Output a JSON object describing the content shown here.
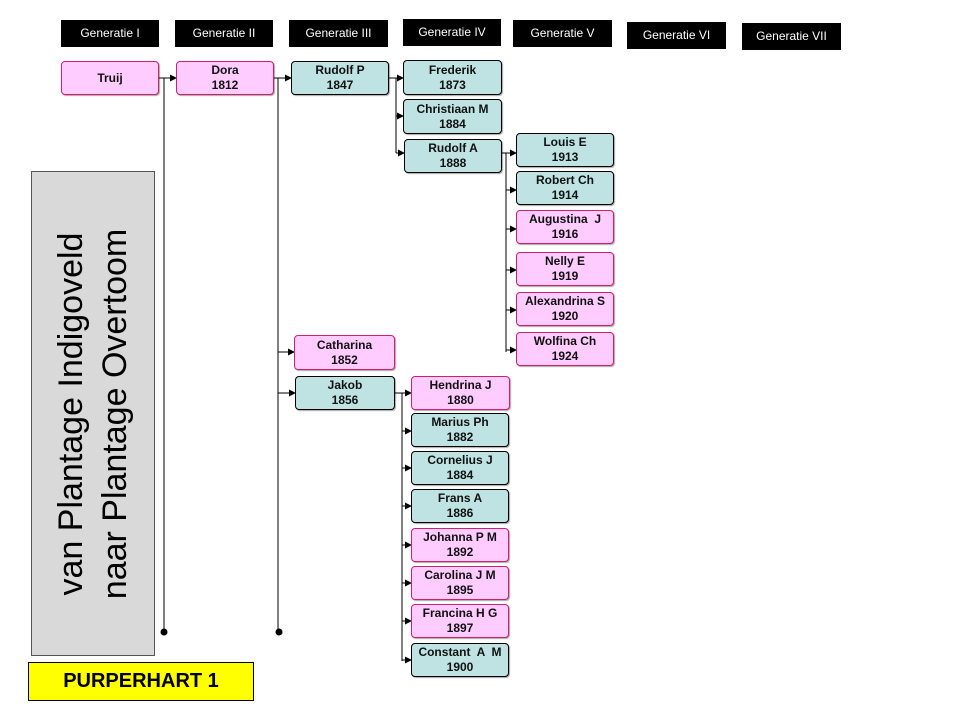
{
  "generations": [
    "Generatie I",
    "Generatie II",
    "Generatie III",
    "Generatie IV",
    "Generatie V",
    "Generatie VI",
    "Generatie VII"
  ],
  "title_lines": [
    "van Plantage Indigoveld",
    "naar Plantage Overtoom"
  ],
  "badge": "PURPERHART 1",
  "colors": {
    "female": "#ffccff",
    "male": "#bfe3e3",
    "title_bg": "#d9d9d9",
    "badge_bg": "#ffff00"
  },
  "persons": {
    "truij": {
      "name": "Truij",
      "year": "",
      "sex": "female"
    },
    "dora": {
      "name": "Dora",
      "year": "1812",
      "sex": "female"
    },
    "rudolf_p": {
      "name": "Rudolf P",
      "year": "1847",
      "sex": "male"
    },
    "catharina": {
      "name": "Catharina",
      "year": "1852",
      "sex": "female"
    },
    "jakob": {
      "name": "Jakob",
      "year": "1856",
      "sex": "male"
    },
    "frederik": {
      "name": "Frederik",
      "year": "1873",
      "sex": "male"
    },
    "christiaan_m": {
      "name": "Christiaan M",
      "year": "1884",
      "sex": "male"
    },
    "rudolf_a": {
      "name": "Rudolf A",
      "year": "1888",
      "sex": "male"
    },
    "louis_e": {
      "name": "Louis E",
      "year": "1913",
      "sex": "male"
    },
    "robert_ch": {
      "name": "Robert Ch",
      "year": "1914",
      "sex": "male"
    },
    "augustina_j": {
      "name": "Augustina  J",
      "year": "1916",
      "sex": "female"
    },
    "nelly_e": {
      "name": "Nelly E",
      "year": "1919",
      "sex": "female"
    },
    "alexandrina_s": {
      "name": "Alexandrina S",
      "year": "1920",
      "sex": "female"
    },
    "wolfina_ch": {
      "name": "Wolfina Ch",
      "year": "1924",
      "sex": "female"
    },
    "hendrina_j": {
      "name": "Hendrina J",
      "year": "1880",
      "sex": "female"
    },
    "marius_ph": {
      "name": "Marius Ph",
      "year": "1882",
      "sex": "male"
    },
    "cornelius_j": {
      "name": "Cornelius J",
      "year": "1884",
      "sex": "male"
    },
    "frans_a": {
      "name": "Frans A",
      "year": "1886",
      "sex": "male"
    },
    "johanna_p_m": {
      "name": "Johanna P M",
      "year": "1892",
      "sex": "female"
    },
    "carolina_j_m": {
      "name": "Carolina J M",
      "year": "1895",
      "sex": "female"
    },
    "francina_h_g": {
      "name": "Francina H G",
      "year": "1897",
      "sex": "female"
    },
    "constant_a_m": {
      "name": "Constant  A  M",
      "year": "1900",
      "sex": "male"
    }
  }
}
